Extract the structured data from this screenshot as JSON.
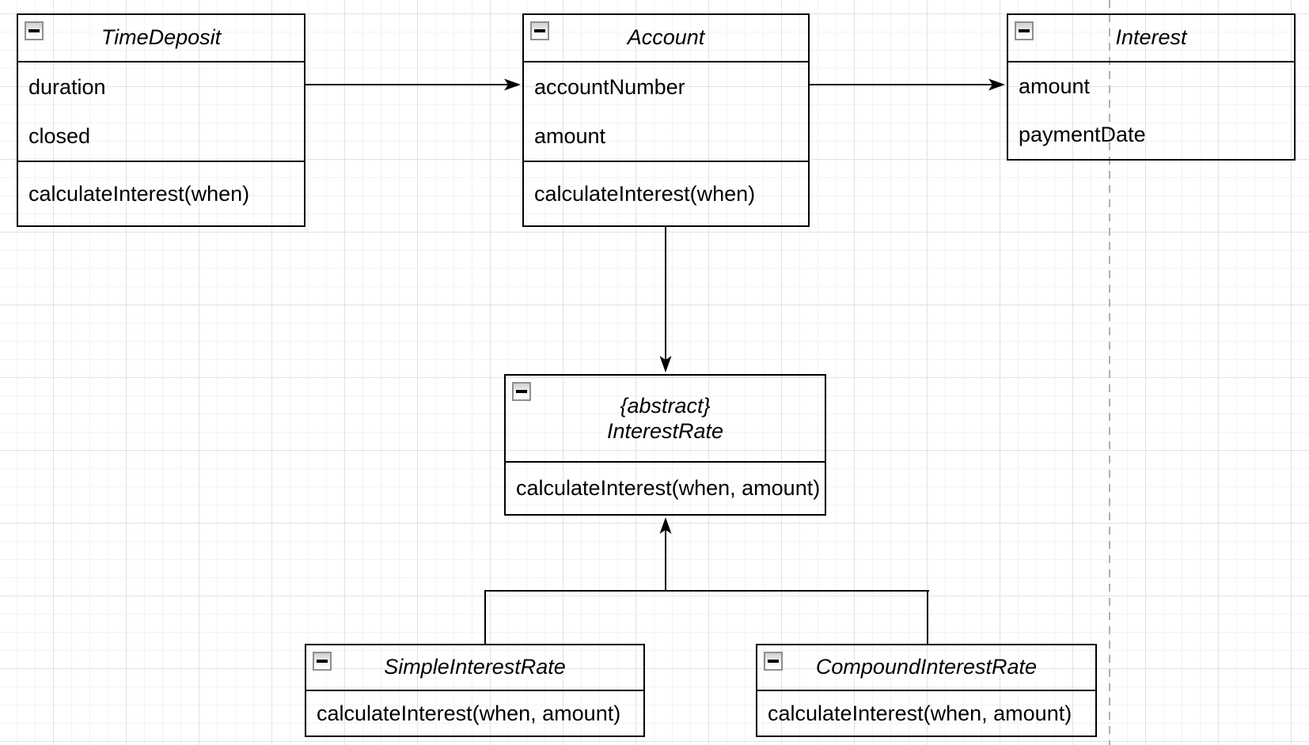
{
  "canvas": {
    "background_color": "#ffffff",
    "grid_minor_color": "#f3f3f3",
    "grid_major_color": "#e2e2e2",
    "page_break_color": "#b0b0b0",
    "stroke_color": "#000000"
  },
  "diagram": {
    "type": "uml-class-diagram",
    "classes": [
      {
        "id": "timedeposit",
        "title": "TimeDeposit",
        "attributes": [
          "duration",
          "closed"
        ],
        "methods": [
          "calculateInterest(when)"
        ]
      },
      {
        "id": "account",
        "title": "Account",
        "attributes": [
          "accountNumber",
          "amount"
        ],
        "methods": [
          "calculateInterest(when)"
        ]
      },
      {
        "id": "interest",
        "title": "Interest",
        "attributes": [
          "amount",
          "paymentDate"
        ],
        "methods": []
      },
      {
        "id": "interestrate",
        "stereotype": "{abstract}",
        "title": "InterestRate",
        "attributes": [],
        "methods": [
          "calculateInterest(when, amount)"
        ]
      },
      {
        "id": "simpleinterestrate",
        "title": "SimpleInterestRate",
        "attributes": [],
        "methods": [
          "calculateInterest(when, amount)"
        ]
      },
      {
        "id": "compoundinterestrate",
        "title": "CompoundInterestRate",
        "attributes": [],
        "methods": [
          "calculateInterest(when, amount)"
        ]
      }
    ],
    "edges": [
      {
        "from": "TimeDeposit",
        "to": "Account",
        "style": "solid-line-filled-arrow"
      },
      {
        "from": "Account",
        "to": "Interest",
        "style": "solid-line-filled-arrow"
      },
      {
        "from": "Account",
        "to": "InterestRate",
        "style": "solid-line-filled-arrow"
      },
      {
        "from": "SimpleInterestRate",
        "to": "InterestRate",
        "style": "solid-line-filled-arrow-tree"
      },
      {
        "from": "CompoundInterestRate",
        "to": "InterestRate",
        "style": "solid-line-filled-arrow-tree"
      }
    ],
    "icons": {
      "collapse": "collapse-minus-icon"
    }
  }
}
